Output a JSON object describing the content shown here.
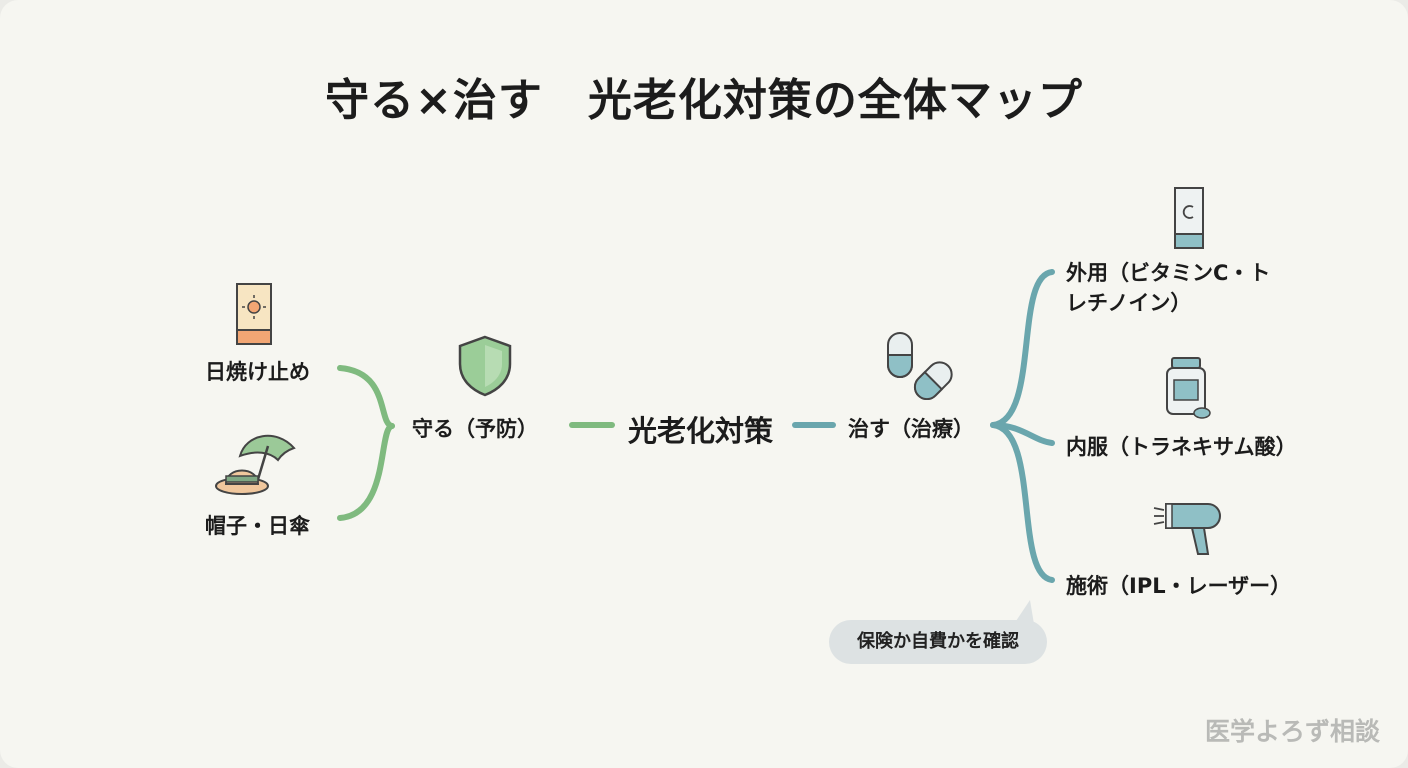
{
  "title": "守る×治す　光老化対策の全体マップ",
  "center": "光老化対策",
  "prevent": {
    "label": "守る（予防）",
    "items": [
      "日焼け止め",
      "帽子・日傘"
    ]
  },
  "treat": {
    "label": "治す（治療）",
    "items": [
      "外用（ビタミンC・トレチノイン）",
      "内服（トラネキサム酸）",
      "施術（IPL・レーザー）"
    ]
  },
  "note": "保険か自費かを確認",
  "brand": "医学よろず相談",
  "colors": {
    "prevent": "#7fba7f",
    "treat": "#6aa6ad",
    "background": "#f6f6f1",
    "bubble": "#dde2e3"
  },
  "icons": [
    "sunscreen-tube-icon",
    "hat-umbrella-icon",
    "shield-icon",
    "capsules-icon",
    "vitamin-c-tube-icon",
    "supplement-bottle-icon",
    "laser-device-icon"
  ]
}
